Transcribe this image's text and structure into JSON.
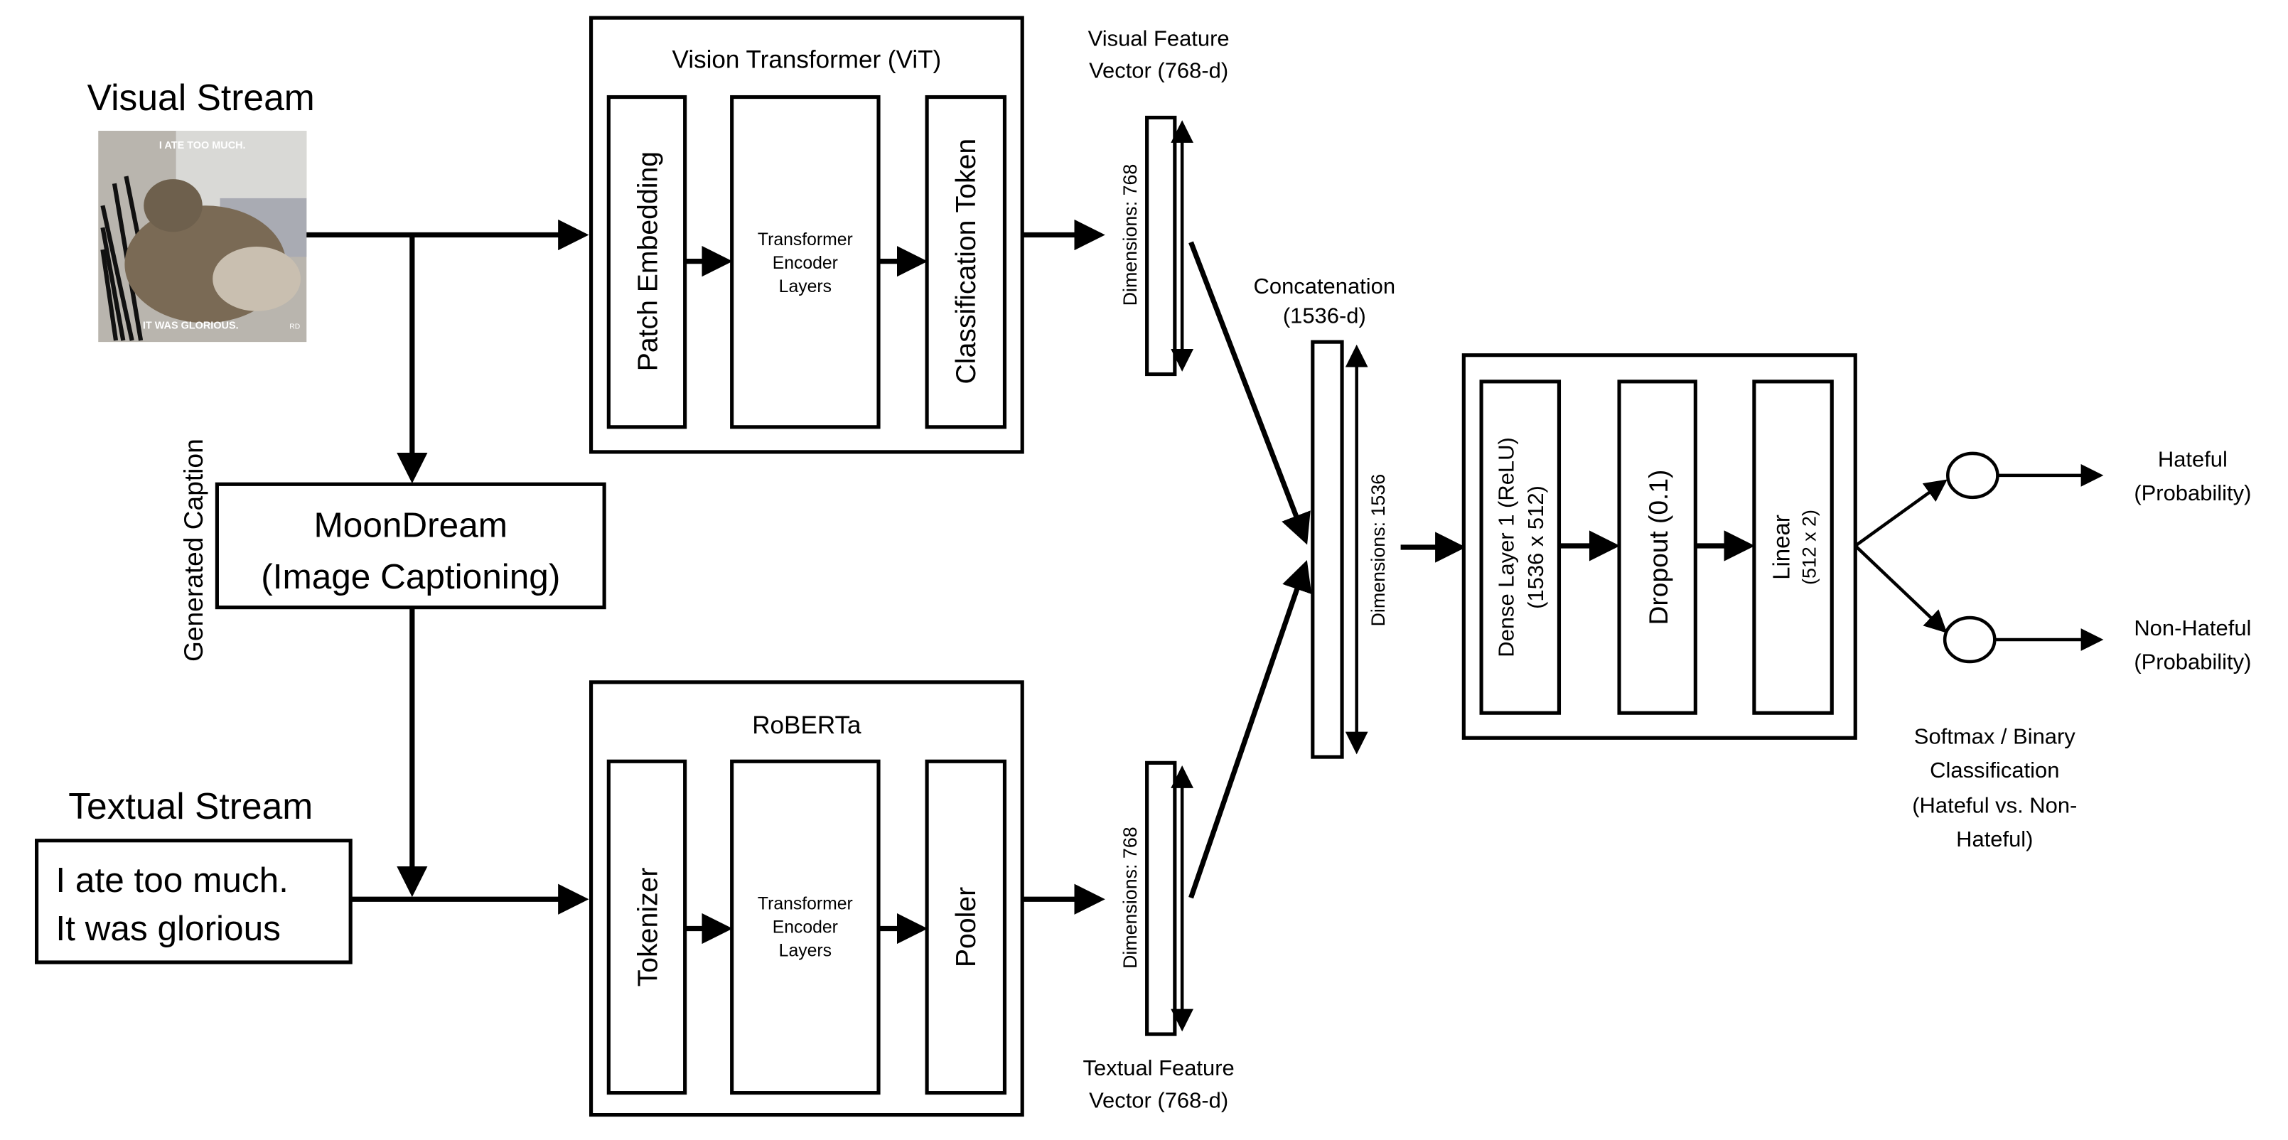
{
  "visual_stream": {
    "title": "Visual Stream",
    "meme_top_text": "I ATE TOO MUCH.",
    "meme_bottom_text": "IT WAS GLORIOUS.",
    "meme_logo": "RD"
  },
  "caption": {
    "side_label": "Generated Caption",
    "model_line1": "MoonDream",
    "model_line2": "(Image Captioning)"
  },
  "textual_stream": {
    "title": "Textual Stream",
    "text_line1": "I ate too much.",
    "text_line2": "It was glorious"
  },
  "vit": {
    "title": "Vision Transformer (ViT)",
    "blocks": [
      "Patch Embedding",
      "Transformer Encoder Layers",
      "Classification Token"
    ],
    "encoder_line1": "Transformer",
    "encoder_line2": "Encoder",
    "encoder_line3": "Layers"
  },
  "roberta": {
    "title": "RoBERTa",
    "blocks": [
      "Tokenizer",
      "Transformer Encoder Layers",
      "Pooler"
    ],
    "encoder_line1": "Transformer",
    "encoder_line2": "Encoder",
    "encoder_line3": "Layers"
  },
  "visual_vector": {
    "label_line1": "Visual Feature",
    "label_line2": "Vector (768-d)",
    "dimensions": "Dimensions: 768"
  },
  "textual_vector": {
    "label_line1": "Textual Feature",
    "label_line2": "Vector (768-d)",
    "dimensions": "Dimensions: 768"
  },
  "concat": {
    "label_line1": "Concatenation",
    "label_line2": "(1536-d)",
    "dimensions": "Dimensions: 1536"
  },
  "classifier": {
    "dense_line1": "Dense Layer 1 (ReLU)",
    "dense_line2": "(1536 x 512)",
    "dropout": "Dropout (0.1)",
    "linear_line1": "Linear",
    "linear_line2": "(512 x 2)"
  },
  "outputs": {
    "hateful_line1": "Hateful",
    "hateful_line2": "(Probability)",
    "nonhateful_line1": "Non-Hateful",
    "nonhateful_line2": "(Probability)",
    "softmax_lines": [
      "Softmax / Binary",
      "Classification",
      "(Hateful vs. Non-",
      "Hateful)"
    ]
  }
}
